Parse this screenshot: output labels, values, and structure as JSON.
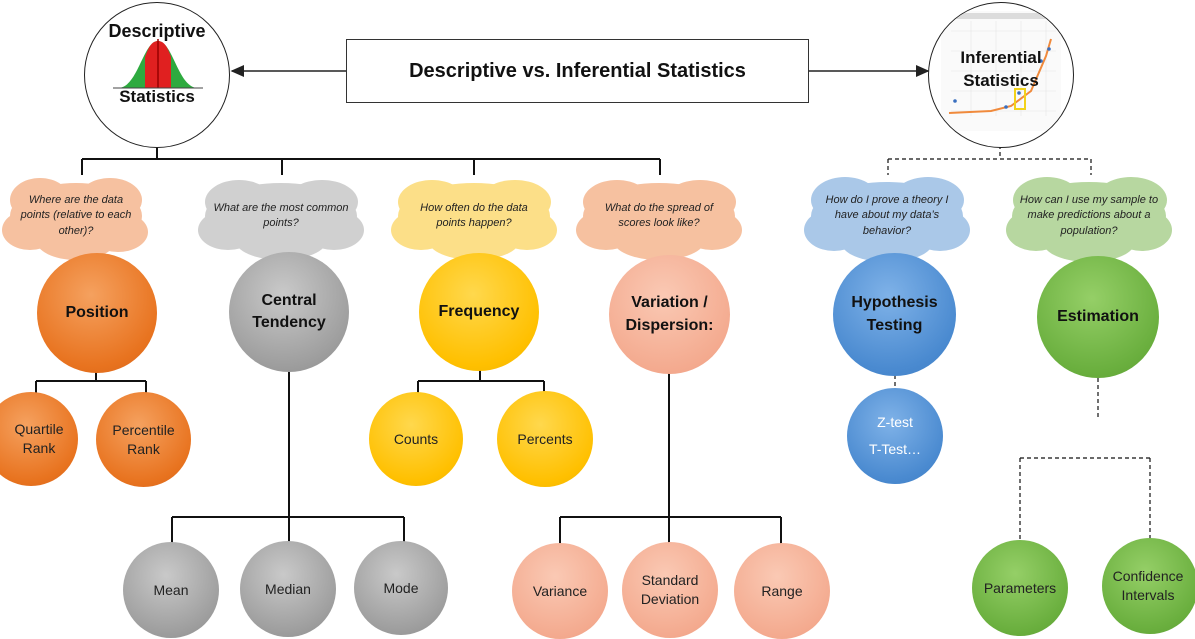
{
  "title": "Descriptive vs. Inferential Statistics",
  "descriptive": {
    "label_top": "Descriptive",
    "label_bottom": "Statistics"
  },
  "inferential": {
    "label_line1": "Inferential",
    "label_line2": "Statistics"
  },
  "questions": {
    "position": "Where are the data points (relative to each other)?",
    "central": "What are the most common points?",
    "frequency": "How often do the data points happen?",
    "variation": "What do the spread of scores look like?",
    "hypothesis": "How do I prove a theory I have about my data’s behavior?",
    "estimation": "How can I use my sample to make predictions about a population?"
  },
  "categories": {
    "position": "Position",
    "central_1": "Central",
    "central_2": "Tendency",
    "frequency": "Frequency",
    "variation_1": "Variation /",
    "variation_2": "Dispersion:",
    "hypothesis_1": "Hypothesis",
    "hypothesis_2": "Testing",
    "estimation": "Estimation"
  },
  "leaves": {
    "quartile_1": "Quartile",
    "quartile_2": "Rank",
    "percentile_1": "Percentile",
    "percentile_2": "Rank",
    "mean": "Mean",
    "median": "Median",
    "mode": "Mode",
    "counts": "Counts",
    "percents": "Percents",
    "variance": "Variance",
    "stddev_1": "Standard",
    "stddev_2": "Deviation",
    "range": "Range",
    "ztest": "Z-test",
    "ttest": "T-Test…",
    "parameters": "Parameters",
    "confidence_1": "Confidence",
    "confidence_2": "Intervals"
  },
  "colors": {
    "orange": "#e8731f",
    "gray": "#9e9e9e",
    "yellow": "#ffc000",
    "salmon": "#f4ab90",
    "blue": "#4a8ad0",
    "green": "#6aaf3e",
    "cloud_orange": "#f6c1a0",
    "cloud_gray": "#d0d0d0",
    "cloud_yellow": "#fcdf88",
    "cloud_blue": "#aac8e8",
    "cloud_green": "#b7d7a0"
  }
}
